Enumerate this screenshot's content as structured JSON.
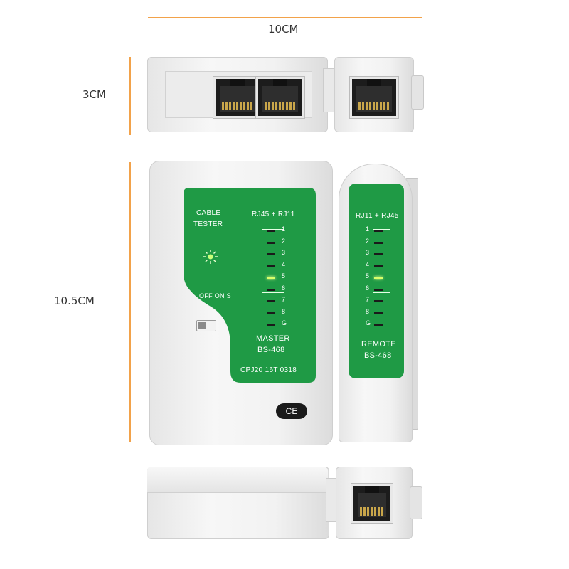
{
  "dimensions": {
    "width_label": "10CM",
    "height_top_label": "3CM",
    "height_front_label": "10.5CM",
    "line_color": "#f2a24a"
  },
  "master": {
    "title_line1": "CABLE",
    "title_line2": "TESTER",
    "ports_label": "RJ45 + RJ11",
    "switch_label": "OFF ON S",
    "model_line1": "MASTER",
    "model_line2": "BS-468",
    "code": "CPJ20 16T 0318",
    "pins": [
      "1",
      "2",
      "3",
      "4",
      "5",
      "6",
      "7",
      "8",
      "G"
    ],
    "lit_pin": "5",
    "ce_mark": "CE",
    "panel_color": "#1f9a45"
  },
  "remote": {
    "ports_label": "RJ11 + RJ45",
    "model_line1": "REMOTE",
    "model_line2": "BS-468",
    "pins": [
      "1",
      "2",
      "3",
      "4",
      "5",
      "6",
      "7",
      "8",
      "G"
    ],
    "lit_pin": "5"
  }
}
